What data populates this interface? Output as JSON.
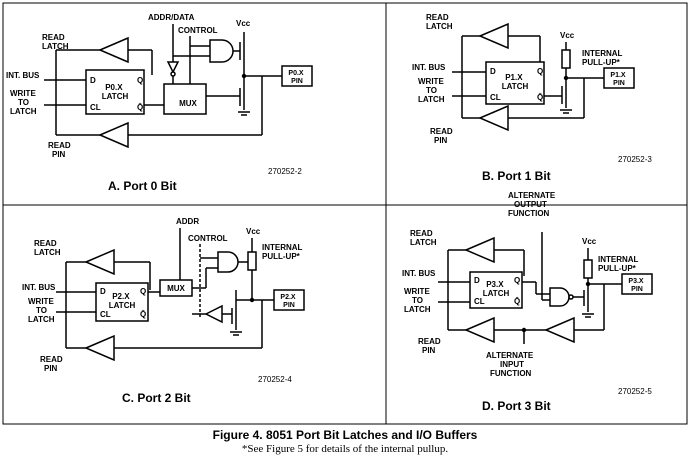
{
  "panel_a": {
    "read_latch": "READ\nLATCH",
    "addr_data": "ADDR/DATA",
    "control": "CONTROL",
    "vcc": "Vcc",
    "int_bus": "INT. BUS",
    "write_to_latch": "WRITE\nTO\nLATCH",
    "d": "D",
    "q": "Q",
    "cl": "CL",
    "q_bar": "Q̄",
    "latch": "P0.X\nLATCH",
    "mux": "MUX",
    "pin": "P0.X\nPIN",
    "read_pin": "READ\nPIN",
    "ref": "270252-2",
    "caption": "A. Port 0 Bit"
  },
  "panel_b": {
    "read_latch": "READ\nLATCH",
    "vcc": "Vcc",
    "internal_pullup": "INTERNAL\nPULL-UP*",
    "int_bus": "INT. BUS",
    "write_to_latch": "WRITE\nTO\nLATCH",
    "d": "D",
    "q": "Q",
    "cl": "CL",
    "q_bar": "Q̄",
    "latch": "P1.X\nLATCH",
    "pin": "P1.X\nPIN",
    "read_pin": "READ\nPIN",
    "ref": "270252-3",
    "caption": "B. Port 1 Bit"
  },
  "panel_c": {
    "read_latch": "READ\nLATCH",
    "addr": "ADDR",
    "control": "CONTROL",
    "vcc": "Vcc",
    "internal_pullup": "INTERNAL\nPULL-UP*",
    "int_bus": "INT. BUS",
    "write_to_latch": "WRITE\nTO\nLATCH",
    "d": "D",
    "q": "Q",
    "cl": "CL",
    "q_bar": "Q̄",
    "latch": "P2.X\nLATCH",
    "mux": "MUX",
    "pin": "P2.X\nPIN",
    "read_pin": "READ\nPIN",
    "ref": "270252-4",
    "caption": "C. Port 2 Bit"
  },
  "panel_d": {
    "read_latch": "READ\nLATCH",
    "alt_output": "ALTERNATE\nOUTPUT\nFUNCTION",
    "vcc": "Vcc",
    "internal_pullup": "INTERNAL\nPULL-UP*",
    "int_bus": "INT. BUS",
    "write_to_latch": "WRITE\nTO\nLATCH",
    "d": "D",
    "q": "Q",
    "cl": "CL",
    "q_bar": "Q̄",
    "latch": "P3.X\nLATCH",
    "pin": "P3.X\nPIN",
    "read_pin": "READ\nPIN",
    "alt_input": "ALTERNATE\nINPUT\nFUNCTION",
    "ref": "270252-5",
    "caption": "D. Port 3 Bit"
  },
  "figure": {
    "caption": "Figure 4. 8051 Port Bit Latches and I/O Buffers",
    "note": "*See Figure 5 for details of the internal pullup."
  }
}
